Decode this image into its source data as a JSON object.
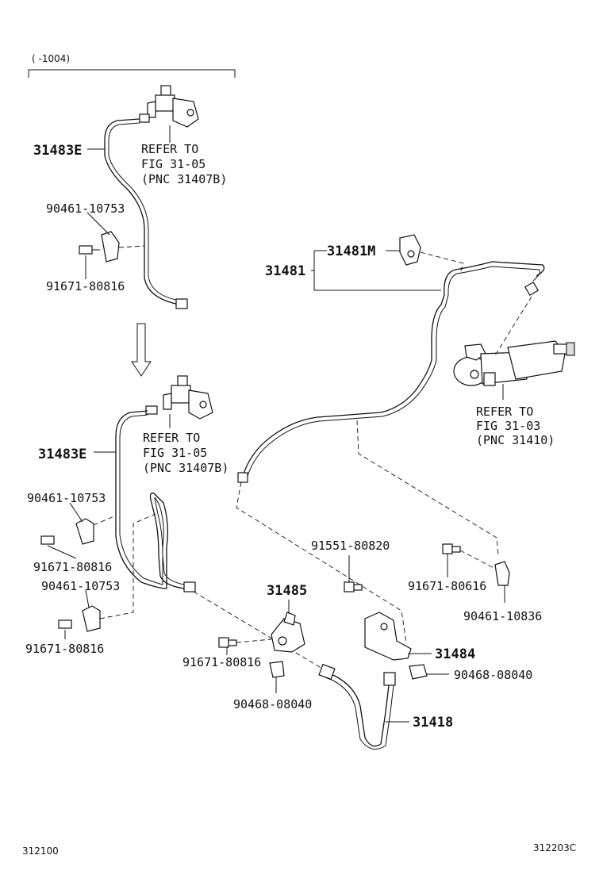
{
  "range_note": "(      -1004)",
  "labels": {
    "p31483E_top": "31483E",
    "p90461_10753_a": "90461-10753",
    "p91671_80816_a": "91671-80816",
    "refer_a_1": "REFER TO",
    "refer_a_2": "FIG 31-05",
    "refer_a_3": "(PNC 31407B)",
    "p31481M": "31481M",
    "p31481": "31481",
    "refer_b_1": "REFER TO",
    "refer_b_2": "FIG 31-03",
    "refer_b_3": "(PNC 31410)",
    "p31483E_bot": "31483E",
    "refer_c_1": "REFER TO",
    "refer_c_2": "FIG 31-05",
    "refer_c_3": "(PNC 31407B)",
    "p90461_10753_b": "90461-10753",
    "p91671_80816_b": "91671-80816",
    "p90461_10753_c": "90461-10753",
    "p91671_80816_c": "91671-80816",
    "p91551_80820": "91551-80820",
    "p31485": "31485",
    "p91671_80616": "91671-80616",
    "p90461_10836": "90461-10836",
    "p91671_80816_d": "91671-80816",
    "p31484": "31484",
    "p90468_08040_a": "90468-08040",
    "p90468_08040_b": "90468-08040",
    "p31418": "31418"
  },
  "footer": {
    "left_code": "312100",
    "right_code": "312203C"
  }
}
